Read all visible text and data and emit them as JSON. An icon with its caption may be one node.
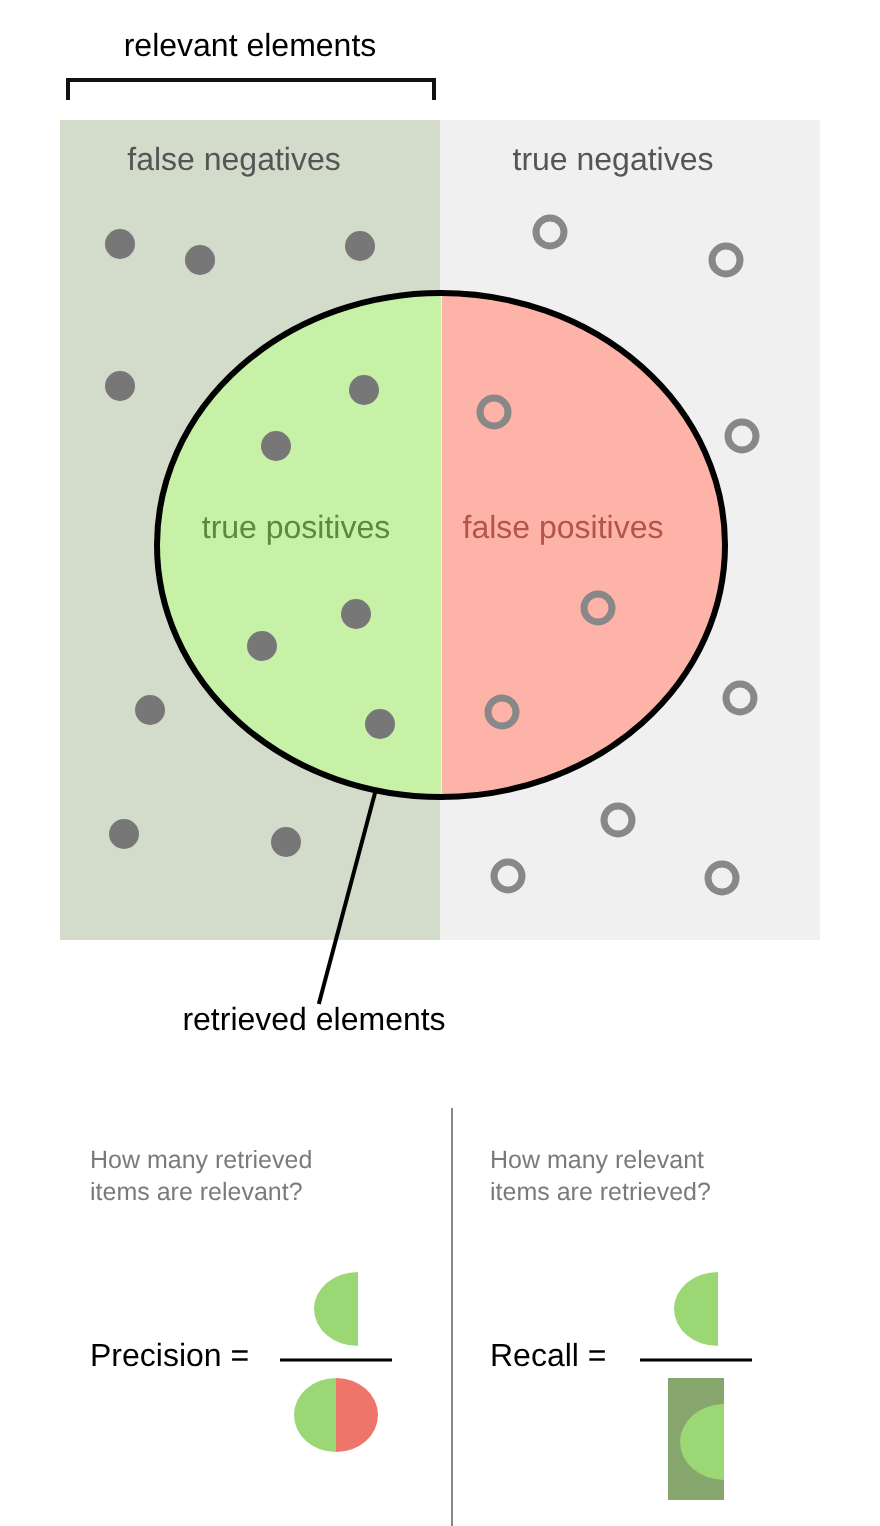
{
  "diagram": {
    "nodes": [
      {
        "text": [
          "false negatives"
        ]
      },
      {
        "text": [
          "true negatives"
        ]
      },
      {
        "text": [],
        "shape": "ellipse"
      },
      {
        "text": [
          "true positives"
        ]
      },
      {
        "text": [
          "false positives"
        ]
      },
      {
        "text": [
          "retrieved elements"
        ]
      }
    ],
    "edges": [
      {
        "from": 5,
        "to": 2,
        "arrow": "none"
      }
    ],
    "labels": [
      "relevant elements",
      "How many retrieved items are relevant?",
      "How many relevant items are retrieved?",
      "Precision =",
      "Recall ="
    ]
  }
}
